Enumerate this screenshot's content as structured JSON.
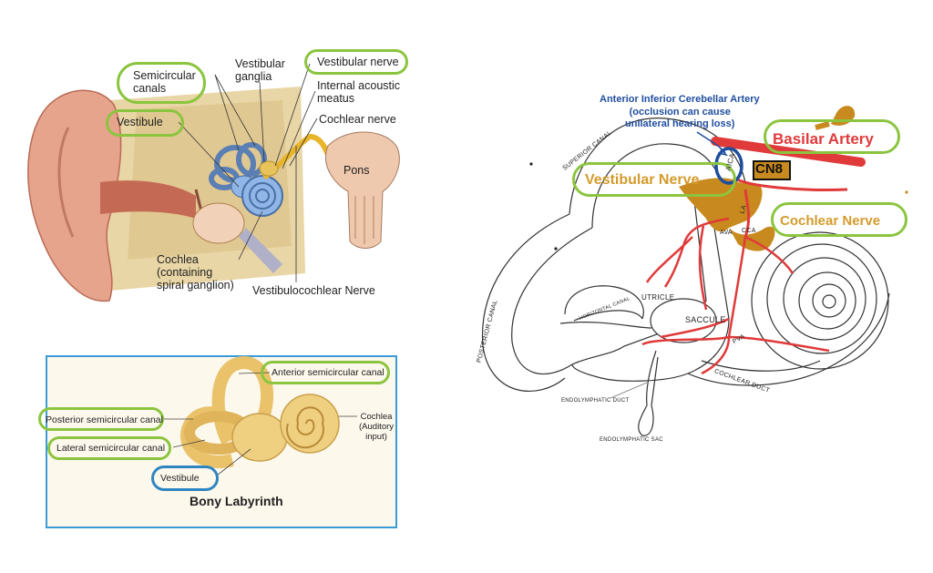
{
  "ear_anatomy": {
    "labels": {
      "semicircular_canals": [
        "Semicircular",
        "canals"
      ],
      "vestibule": "Vestibule",
      "vestibular_ganglia": [
        "Vestibular",
        "ganglia"
      ],
      "vestibular_nerve": "Vestibular nerve",
      "internal_acoustic_meatus": [
        "Internal acoustic",
        "meatus"
      ],
      "cochlear_nerve": "Cochlear nerve",
      "pons": "Pons",
      "cochlea": [
        "Cochlea",
        "(containing",
        "spiral ganglion)"
      ],
      "vestibulocochlear_nerve": "Vestibulocochlear Nerve"
    }
  },
  "bony_labyrinth": {
    "title": "Bony Labyrinth",
    "labels": {
      "anterior": "Anterior semicircular canal",
      "posterior": "Posterior semicircular canal",
      "lateral": "Lateral semicircular canal",
      "vestibule": "Vestibule",
      "cochlea": [
        "Cochlea",
        "(Auditory",
        "input)"
      ]
    }
  },
  "membranous_labyrinth": {
    "aica_title": "Anterior Inferior Cerebellar Artery",
    "aica_note": [
      "(occlusion can cause",
      "unilateral hearing loss)"
    ],
    "basilar_artery": "Basilar Artery",
    "cn8": "CN8",
    "vestibular_nerve": "Vestibular Nerve",
    "cochlear_nerve": "Cochlear Nerve",
    "aica_abbr": "AICA",
    "la": "LA",
    "ava": "AVA",
    "cca": "CCA",
    "pva": "PVA",
    "superior_canal": "SUPERIOR CANAL",
    "posterior_canal": "POSTERIOR CANAL",
    "horizontal_canal": "HORIZONTAL CANAL",
    "utricle": "UTRICLE",
    "saccule": "SACCULE",
    "cochlear_duct": "COCHLEAR DUCT",
    "endolymphatic_duct": "ENDOLYMPHATIC DUCT",
    "endolymphatic_sac": "ENDOLYMPHATIC SAC"
  },
  "colors": {
    "highlight_green": "#8bc53f",
    "highlight_blue": "#2e86c1",
    "artery_red": "#e03a3a",
    "nerve_gold": "#c88a1e",
    "label_gold": "#d49b2c",
    "aica_blue": "#1f4e9e",
    "panel_border": "#3b9bd6"
  }
}
